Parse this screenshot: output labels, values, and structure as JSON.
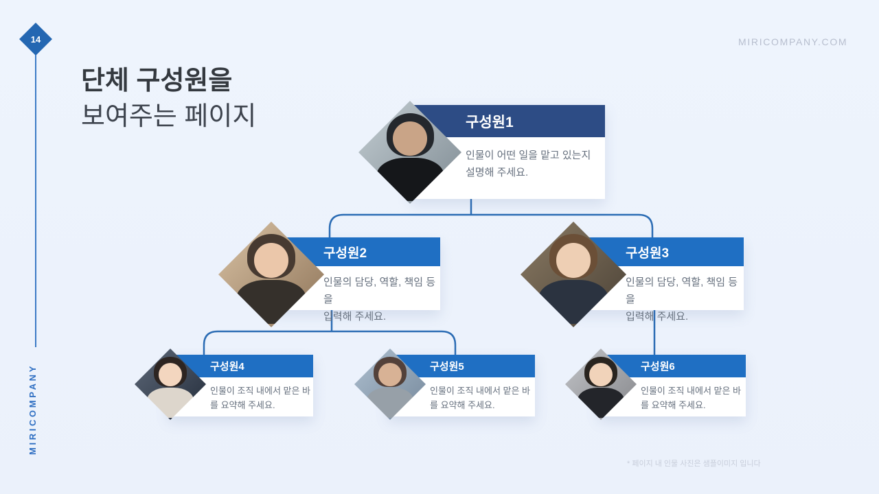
{
  "page": {
    "number": "14",
    "site_url": "MIRICOMPANY.COM",
    "brand_vertical": "MIRICOMPANY",
    "footnote": "* 페이지 내 인물 사진은 샘플이미지 입니다"
  },
  "title": {
    "line1": "단체 구성원을",
    "line2": "보여주는 페이지"
  },
  "colors": {
    "background": "#eef4fd",
    "accent_blue": "#2467b2",
    "navy_header": "#2d4c85",
    "bright_blue_header": "#1f6fc3",
    "connector": "#2b6cb4",
    "body_text": "#656f7d",
    "muted_text": "#c7cdda",
    "brand_text": "#2f6fc2"
  },
  "members": [
    {
      "name": "구성원1",
      "desc": [
        "인물이 어떤 일을 맡고 있는지",
        "설명해 주세요."
      ],
      "header_color": "#2d4c85",
      "photo": {
        "alt": "man with glasses, dark top, city background",
        "bg1": "#c3cdd2",
        "bg2": "#7e8a92",
        "hair": "#24282d",
        "skin": "#c9a487",
        "top": "#15171a"
      }
    },
    {
      "name": "구성원2",
      "desc": [
        "인물의 담당, 역할, 책임 등을",
        "입력해 주세요."
      ],
      "header_color": "#1f6fc3",
      "photo": {
        "alt": "smiling woman, warm bokeh background",
        "bg1": "#d9c2a4",
        "bg2": "#8d7358",
        "hair": "#473a31",
        "skin": "#ebc7aa",
        "top": "#35302b"
      }
    },
    {
      "name": "구성원3",
      "desc": [
        "인물의 담당, 역할, 책임 등을",
        "입력해 주세요."
      ],
      "header_color": "#1f6fc3",
      "photo": {
        "alt": "man in suit, bookshelf background",
        "bg1": "#8a7a63",
        "bg2": "#4a4136",
        "hair": "#6b4f37",
        "skin": "#eecfb4",
        "top": "#2b3340"
      }
    },
    {
      "name": "구성원4",
      "desc": [
        "인물이 조직 내에서 맡은 바",
        "를 요약해 주세요."
      ],
      "header_color": "#1f6fc3",
      "photo": {
        "alt": "smiling woman, dark background",
        "bg1": "#5d6878",
        "bg2": "#232c3a",
        "hair": "#2d2522",
        "skin": "#f3d6bf",
        "top": "#ddd6cc"
      }
    },
    {
      "name": "구성원5",
      "desc": [
        "인물이 조직 내에서 맡은 바",
        "를 요약해 주세요."
      ],
      "header_color": "#1f6fc3",
      "photo": {
        "alt": "woman in profile, window light",
        "bg1": "#aebfcf",
        "bg2": "#75889b",
        "hair": "#53413a",
        "skin": "#d8b295",
        "top": "#97a0a8"
      }
    },
    {
      "name": "구성원6",
      "desc": [
        "인물이 조직 내에서 맡은 바",
        "를 요약해 주세요."
      ],
      "header_color": "#1f6fc3",
      "photo": {
        "alt": "woman in dark suit, gray studio background",
        "bg1": "#c2c4c8",
        "bg2": "#85868a",
        "hair": "#29241f",
        "skin": "#f1d3ba",
        "top": "#23252a"
      }
    }
  ]
}
